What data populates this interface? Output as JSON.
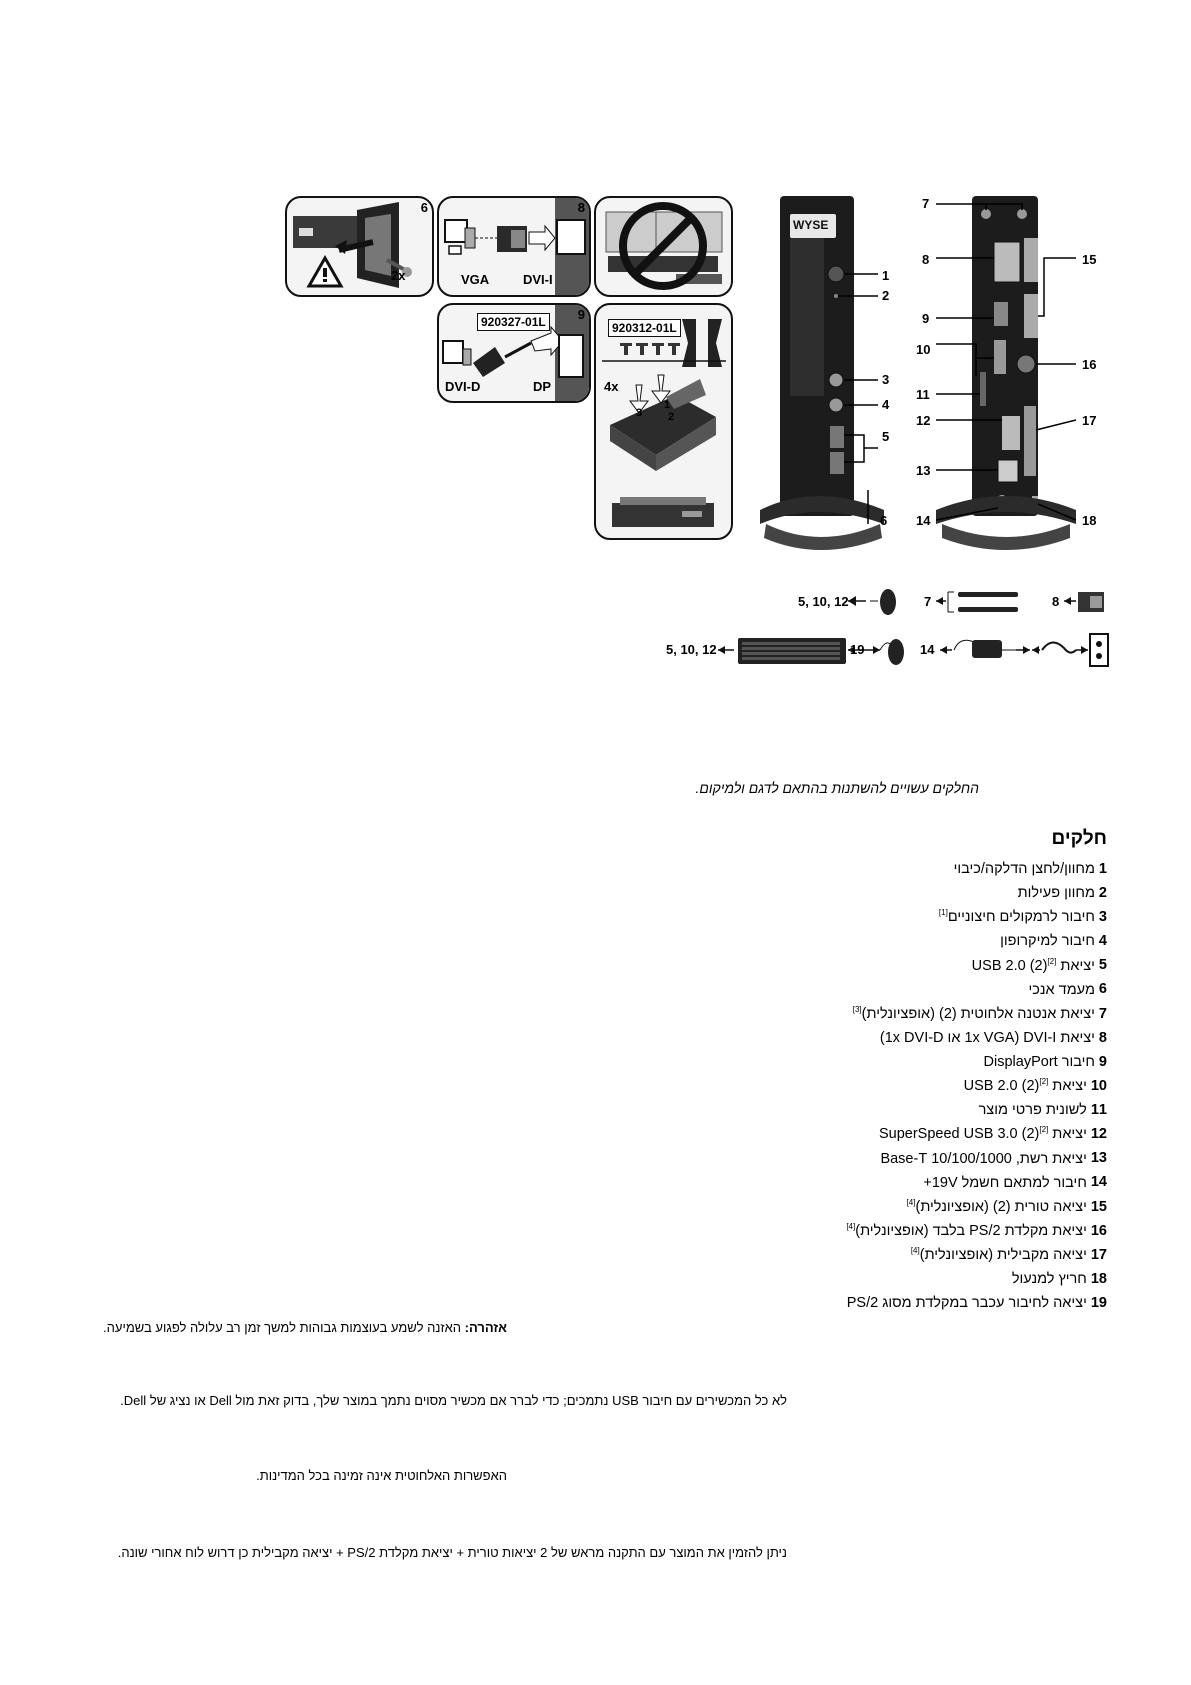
{
  "figure": {
    "brand": "WYSE",
    "panel_labels": {
      "p6": "6",
      "p8": "8",
      "p9": "9",
      "vga": "VGA",
      "dvi_i": "DVI-I",
      "dvi_d": "DVI-D",
      "dp": "DP",
      "two_x": "2x",
      "four_x": "4x",
      "pn_a": "920327-01L",
      "pn_b": "920312-01L",
      "s1": "1",
      "s2": "2",
      "s3": "3"
    },
    "front_callouts": [
      "1",
      "2",
      "3",
      "4",
      "5",
      "6"
    ],
    "rear_callouts_left": [
      "7",
      "8",
      "9",
      "10",
      "11",
      "12",
      "13",
      "14"
    ],
    "rear_callouts_right": [
      "15",
      "16",
      "17",
      "18"
    ],
    "accessory_labels": {
      "mouse": "5, 10, 12",
      "antenna": "7",
      "adapter": "8",
      "keyboard": "5, 10, 12",
      "kbd_num": "19",
      "power": "14"
    }
  },
  "caption": "החלקים עשויים להשתנות בהתאם לדגם ולמיקום.",
  "parts": {
    "title": "חלקים",
    "items": [
      {
        "n": "1",
        "text": "מחוון/לחצן הדלקה/כיבוי",
        "fn": ""
      },
      {
        "n": "2",
        "text": "מחוון פעילות",
        "fn": ""
      },
      {
        "n": "3",
        "text": "חיבור לרמקולים חיצוניים",
        "fn": "[1]"
      },
      {
        "n": "4",
        "text": "חיבור למיקרופון",
        "fn": ""
      },
      {
        "n": "5",
        "text": "יציאת USB 2.0 (2)",
        "fn": "[2]"
      },
      {
        "n": "6",
        "text": "מעמד אנכי",
        "fn": ""
      },
      {
        "n": "7",
        "text": "יציאת אנטנה אלחוטית (2) (אופציונלית)",
        "fn": "[3]"
      },
      {
        "n": "8",
        "text": "יציאת DVI-I (1x VGA או 1x DVI-D)",
        "fn": ""
      },
      {
        "n": "9",
        "text": "חיבור DisplayPort",
        "fn": ""
      },
      {
        "n": "10",
        "text": "יציאת USB 2.0 (2)",
        "fn": "[2]"
      },
      {
        "n": "11",
        "text": "לשונית פרטי מוצר",
        "fn": ""
      },
      {
        "n": "12",
        "text": "יציאת SuperSpeed USB 3.0 (2)",
        "fn": "[2]"
      },
      {
        "n": "13",
        "text": "יציאת רשת, 10/100/1000 Base-T",
        "fn": ""
      },
      {
        "n": "14",
        "text": "חיבור למתאם חשמל 19V+",
        "fn": ""
      },
      {
        "n": "15",
        "text": "יציאה טורית (2) (אופציונלית)",
        "fn": "[4]"
      },
      {
        "n": "16",
        "text": "יציאת מקלדת PS/2 בלבד (אופציונלית)",
        "fn": "[4]"
      },
      {
        "n": "17",
        "text": "יציאה מקבילית (אופציונלית)",
        "fn": "[4]"
      },
      {
        "n": "18",
        "text": "חריץ למנעול",
        "fn": ""
      },
      {
        "n": "19",
        "text": "יציאה לחיבור עכבר במקלדת מסוג PS/2",
        "fn": ""
      }
    ]
  },
  "notes": {
    "warning_label": "אזהרה:",
    "warning_text": " האזנה לשמע בעוצמות גבוהות למשך זמן רב עלולה לפגוע בשמיעה.",
    "usb_note": "לא כל המכשירים עם חיבור USB נתמכים; כדי לברר אם מכשיר מסוים נתמך במוצר שלך, בדוק זאת מול Dell או נציג של Dell.",
    "wireless_note": "האפשרות האלחוטית אינה זמינה בכל המדינות.",
    "ports_note": "ניתן להזמין את המוצר עם התקנה מראש של 2 יציאות טורית + יציאת מקלדת PS/2 + יציאה מקבילית כן דרוש לוח אחורי שונה."
  }
}
